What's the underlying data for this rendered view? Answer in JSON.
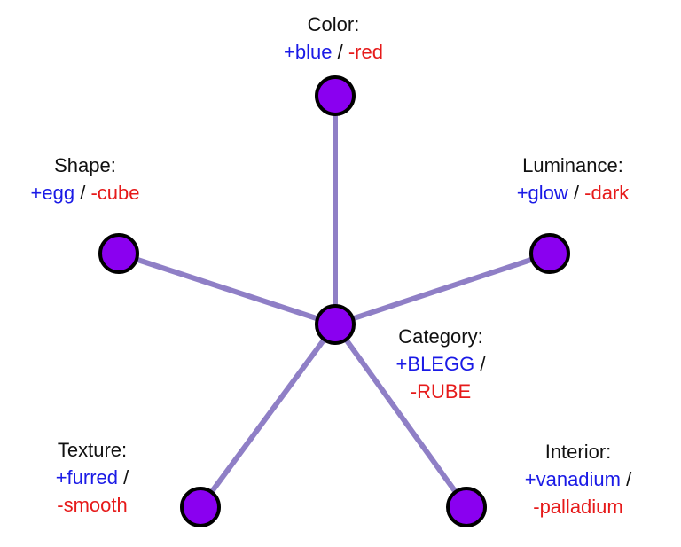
{
  "colors": {
    "node_fill": "#8a00f0",
    "node_stroke": "#000000",
    "edge": "#8f7fc6",
    "positive": "#1a1ae6",
    "negative": "#e61a1a"
  },
  "center": {
    "title": "Category:",
    "positive": "+BLEGG",
    "separator": "/",
    "negative": "-RUBE"
  },
  "features": [
    {
      "id": "color",
      "title": "Color:",
      "positive": "+blue",
      "separator": "/",
      "negative": "-red"
    },
    {
      "id": "shape",
      "title": "Shape:",
      "positive": "+egg",
      "separator": "/",
      "negative": "-cube"
    },
    {
      "id": "luminance",
      "title": "Luminance:",
      "positive": "+glow",
      "separator": "/",
      "negative": "-dark"
    },
    {
      "id": "texture",
      "title": "Texture:",
      "positive": "+furred",
      "separator": "/",
      "negative": "-smooth"
    },
    {
      "id": "interior",
      "title": "Interior:",
      "positive": "+vanadium",
      "separator": "/",
      "negative": "-palladium"
    }
  ]
}
